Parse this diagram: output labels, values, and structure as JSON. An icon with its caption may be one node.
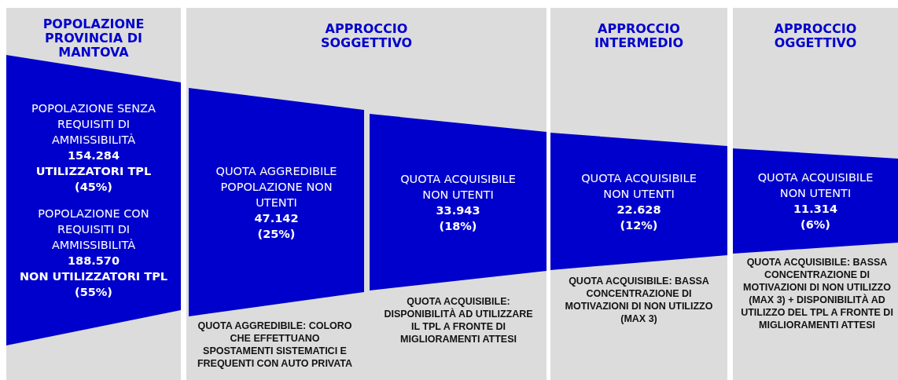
{
  "diagram": {
    "nodes": [
      {
        "text": [
          "POPOLAZIONE PROVINCIA DI MANTOVA"
        ]
      },
      {
        "text": [
          "POPOLAZIONE SENZA REQUISITI DI AMMISSIBILITÀ",
          "154.284",
          "UTILIZZATORI TPL",
          "(45%)",
          "POPOLAZIONE CON REQUISITI DI AMMISSIBILITÀ",
          "188.570",
          "NON UTILIZZATORI TPL",
          "(55%)"
        ],
        "in": 0
      },
      {
        "text": [
          "APPROCCIO SOGGETTIVO"
        ]
      },
      {
        "text": [
          "QUOTA AGGREDIBILE POPOLAZIONE NON UTENTI",
          "47.142",
          "(25%)"
        ],
        "in": 2,
        "beside": [
          "QUOTA AGGREDIBILE: COLORO CHE EFFETTUANO SPOSTAMENTI SISTEMATICI E FREQUENTI CON AUTO PRIVATA"
        ]
      },
      {
        "text": [
          "QUOTA ACQUISIBILE NON UTENTI",
          "33.943",
          "(18%)"
        ],
        "in": 2,
        "beside": [
          "QUOTA ACQUISIBILE: DISPONIBILITÀ AD UTILIZZARE IL TPL A FRONTE DI MIGLIORAMENTI ATTESI"
        ]
      },
      {
        "text": [
          "APPROCCIO INTERMEDIO"
        ]
      },
      {
        "text": [
          "QUOTA ACQUISIBILE NON UTENTI",
          "22.628",
          "(12%)"
        ],
        "in": 5,
        "beside": [
          "QUOTA ACQUISIBILE: BASSA CONCENTRAZIONE DI MOTIVAZIONI DI NON UTILIZZO (MAX 3)"
        ]
      },
      {
        "text": [
          "APPROCCIO OGGETTIVO"
        ]
      },
      {
        "text": [
          "QUOTA ACQUISIBILE NON UTENTI",
          "11.314",
          "(6%)"
        ],
        "in": 7,
        "beside": [
          "QUOTA ACQUISIBILE: BASSA CONCENTRAZIONE DI MOTIVAZIONI DI NON UTILIZZO (MAX 3) + DISPONIBILITÀ AD UTILIZZO DEL TPL A FRONTE DI MIGLIORAMENTI ATTESI"
        ]
      }
    ]
  }
}
